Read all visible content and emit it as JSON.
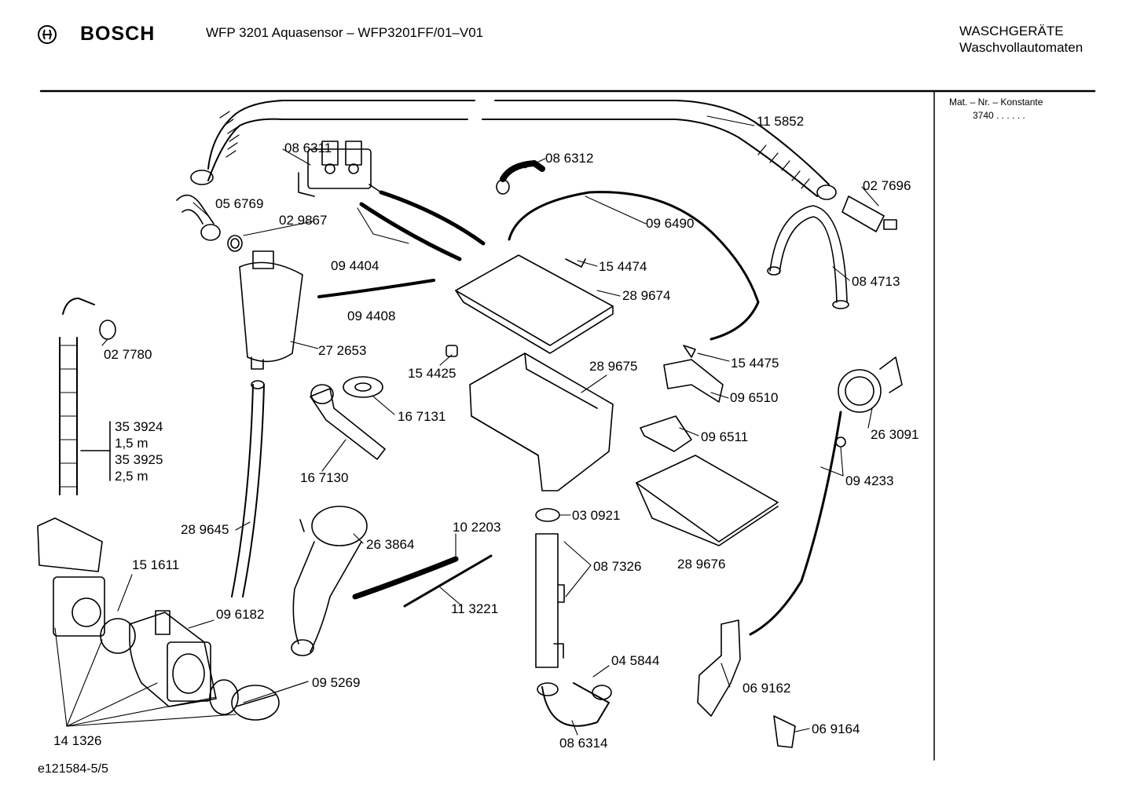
{
  "header": {
    "brand": "BOSCH",
    "model_title": "WFP 3201 Aquasensor – WFP3201FF/01–V01",
    "category_line1": "WASCHGERÄTE",
    "category_line2": "Waschvollautomaten"
  },
  "side_panel": {
    "mat_label": "Mat. – Nr. – Konstante",
    "mat_value": "3740 . . . . . ."
  },
  "footer": {
    "drawing_id": "e121584-5/5"
  },
  "parts": {
    "p115852": "11 5852",
    "p086311": "08 6311",
    "p086312": "08 6312",
    "p027696": "02 7696",
    "p056769": "05 6769",
    "p029867": "02 9867",
    "p096490": "09 6490",
    "p094404": "09 4404",
    "p154474": "15 4474",
    "p084713": "08 4713",
    "p289674": "28 9674",
    "p094408": "09 4408",
    "p027780": "02 7780",
    "p272653": "27 2653",
    "p154425": "15 4425",
    "p289675": "28 9675",
    "p154475": "15 4475",
    "p167131": "16 7131",
    "p096510": "09 6510",
    "p263091": "26 3091",
    "p353924": "35 3924",
    "p15m": "1,5 m",
    "p353925": "35 3925",
    "p25m": "2,5 m",
    "p167130": "16 7130",
    "p096511": "09 6511",
    "p094233": "09 4233",
    "p289645": "28 9645",
    "p102203": "10 2203",
    "p030921": "03 0921",
    "p263864": "26 3864",
    "p289676": "28 9676",
    "p151611": "15 1611",
    "p087326": "08 7326",
    "p113221": "11 3221",
    "p096182": "09 6182",
    "p045844": "04 5844",
    "p069162": "06 9162",
    "p095269": "09 5269",
    "p069164": "06 9164",
    "p141326": "14 1326",
    "p086314": "08 6314"
  }
}
